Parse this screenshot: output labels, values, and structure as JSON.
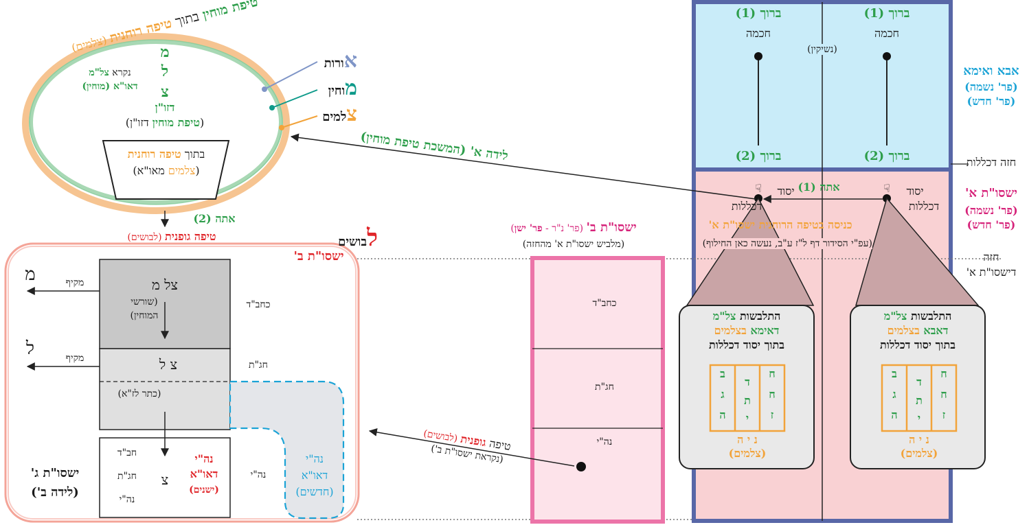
{
  "right_top": {
    "baruch1_left": "ברוך (1)",
    "baruch1_right": "ברוך (1)",
    "chochma_left": "חכמה",
    "chochma_right": "חכמה",
    "neshikin": "(נשיקין)",
    "baruch2_left": "ברוך (2)",
    "baruch2_right": "ברוך (2)",
    "abba_imma": "אבא ואימא",
    "par_neshama_1": "(פר' נשמה)",
    "par_chadash_1": "(פר' חדש)",
    "chaze_dechlalot": "חזה דכללות"
  },
  "right_mid": {
    "yesod_left_1": "יסוד",
    "yesod_left_2": "דכללות",
    "yesod_right_1": "יסוד",
    "yesod_right_2": "דכללות",
    "ata1": "אתה (1)",
    "yishsut_a": "ישסו\"ת א'",
    "par_neshama_2": "(פר' נשמה)",
    "par_chadash_2": "(פר' חדש)",
    "kenisa": "כניסה בטיפה הרוחנית ישסו\"ת א'",
    "siddur_note": "(עפ\"י הסידור דף ל\"ז ע\"ב, נעשה כאן החילוף)",
    "chaze_1": "חזה",
    "chaze_2": "דישסו\"ת א'"
  },
  "callouts": [
    {
      "line1a": "התלבשות ",
      "line1b": "צל\"מ",
      "line2a": "דאימא ",
      "line2b": "בצלמים",
      "line3": "בתוך יסוד דכללות"
    },
    {
      "line1a": "התלבשות ",
      "line1b": "צל\"מ",
      "line2a": "דאבא ",
      "line2b": "בצלמים",
      "line3": "בתוך יסוד דכללות"
    }
  ],
  "letter_grid": {
    "col1": [
      "ח",
      "ח",
      "ז"
    ],
    "col2": [
      "ד",
      "ת",
      "י"
    ],
    "col3": [
      "ב",
      "ג",
      "ה"
    ],
    "bottom": "נ י ה",
    "tzlamim": "(צלמים)"
  },
  "center": {
    "title_a": "ישסו\"ת ב'",
    "title_b": " (פר' נ\"ר - ",
    "title_c": "פר' ישן",
    "title_d": ")",
    "subtitle": "(מלביש ישסו\"ת א' מהחזה)",
    "chabad": "כחב\"ד",
    "chagat": "חג\"ת",
    "nehi": "נה\"י",
    "tipa_1": "טיפה ",
    "tipa_2": "גופנית",
    "tipa_3": " (לבושים)",
    "nikret": "(נקראת ישסו\"ת ב')"
  },
  "leida_arrow": {
    "a": "לידה א'",
    "b": " (המשכת ",
    "c": "טיפת מוחין",
    "d": ")"
  },
  "ellipse": {
    "arc_1": "טיפה רוחנית",
    "arc_2": " (צלמים)",
    "arc_3": " בתוך ",
    "arc_4": "טיפת מוחין",
    "orot_big": "א",
    "orot_rest": "ורות",
    "mochin_big": "מ",
    "mochin_rest": "וחין",
    "tzlamim_big": "צ",
    "tzlamim_rest": "למים",
    "vert_m": "מ",
    "vert_l": "ל",
    "vert_tz": "צ",
    "nikra_1": "נקרא ",
    "nikra_2": "צל\"מ",
    "nikra_3": "דאו\"א (מוחין)",
    "zon": "דזו\"ן",
    "tipat_mochin_zon_1": "(",
    "tipat_mochin_zon_2": "טיפת מוחין",
    "tipat_mochin_zon_3": " דזו\"ן)",
    "betoch_1": "בתוך ",
    "betoch_2": "טיפה רוחנית",
    "tzlamim_mao_1": "(",
    "tzlamim_mao_2": "צלמים",
    "tzlamim_mao_3": " מאו\"א)",
    "ata2": "אתה (2)"
  },
  "left_bottom": {
    "tipa_gufanit_1": "טיפה גופנית",
    "tipa_gufanit_2": " (לבושים)",
    "levushim_big": "ל",
    "levushim_rest": "בושים",
    "yishsut_b": "ישסו\"ת ב'",
    "makif_1": "מקיף",
    "makif_2": "מקיף",
    "m_letter": "מ",
    "l_letter": "ל",
    "tzal_m": "צל מ",
    "shorshei_1": "(שורשי",
    "shorshei_2": "המוחין)",
    "tz_l": "צ ל",
    "keter": "(כתר לז\"א)",
    "chabad": "כחב\"ד",
    "chagat": "חג\"ת",
    "nehi": "נה\"י",
    "list_chabad": "חב\"ד",
    "list_chagat": "חג\"ת",
    "list_nehi": "נה\"י",
    "tz": "צ",
    "red_nehi": "נה\"י",
    "red_dao": "דאו\"א",
    "red_yeshanim": "(ישנים)",
    "blue_nehi": "נה\"י",
    "blue_dao": "דאו\"א",
    "blue_chadashim": "(חדשים)",
    "yishsut_g": "ישסו\"ת ג'",
    "leida_b": "(לידה ב')"
  },
  "colors": {
    "navy": "#5867a7",
    "light_blue": "#c9ecf9",
    "light_pink": "#f9d1d3",
    "pink_bar": "#ec74a8",
    "green": "#2e9e4b",
    "orange": "#f2a33a",
    "red": "#e0262a"
  }
}
